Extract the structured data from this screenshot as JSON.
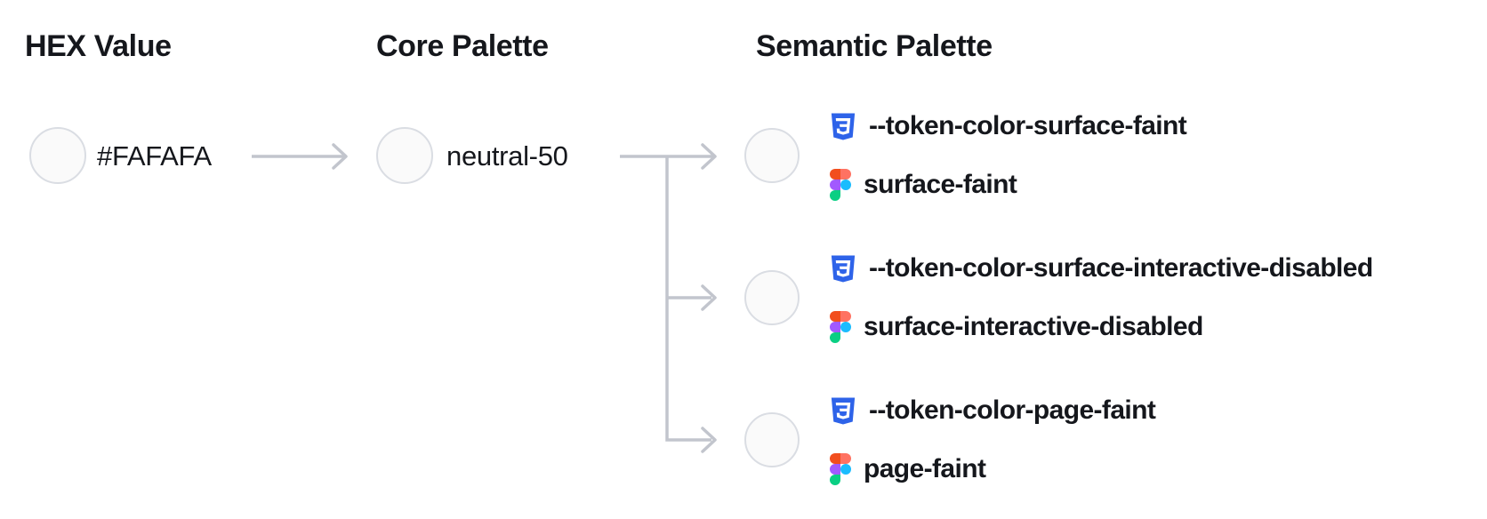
{
  "columns": [
    {
      "title": "HEX Value"
    },
    {
      "title": "Core Palette"
    },
    {
      "title": "Semantic Palette"
    }
  ],
  "hex": {
    "value": "#FAFAFA"
  },
  "core": {
    "name": "neutral-50"
  },
  "semantic": {
    "items": [
      {
        "css_var": "--token-color-surface-faint",
        "figma_name": "surface-faint"
      },
      {
        "css_var": "--token-color-surface-interactive-disabled",
        "figma_name": "surface-interactive-disabled"
      },
      {
        "css_var": "--token-color-page-faint",
        "figma_name": "page-faint"
      }
    ]
  },
  "icons": {
    "css": "css3-shield-icon",
    "figma": "figma-logo-icon",
    "arrow": "arrow-right-connector"
  },
  "colors": {
    "swatch-fill": "#FAFAFA",
    "swatch-border": "#DADDE3",
    "arrow": "#C2C5CD",
    "text": "#15171C",
    "css-blue": "#2E63E9",
    "figma-red": "#F24E1E",
    "figma-orange": "#FF7262",
    "figma-purple": "#A259FF",
    "figma-blue": "#1ABCFE",
    "figma-green": "#0ACF83"
  }
}
